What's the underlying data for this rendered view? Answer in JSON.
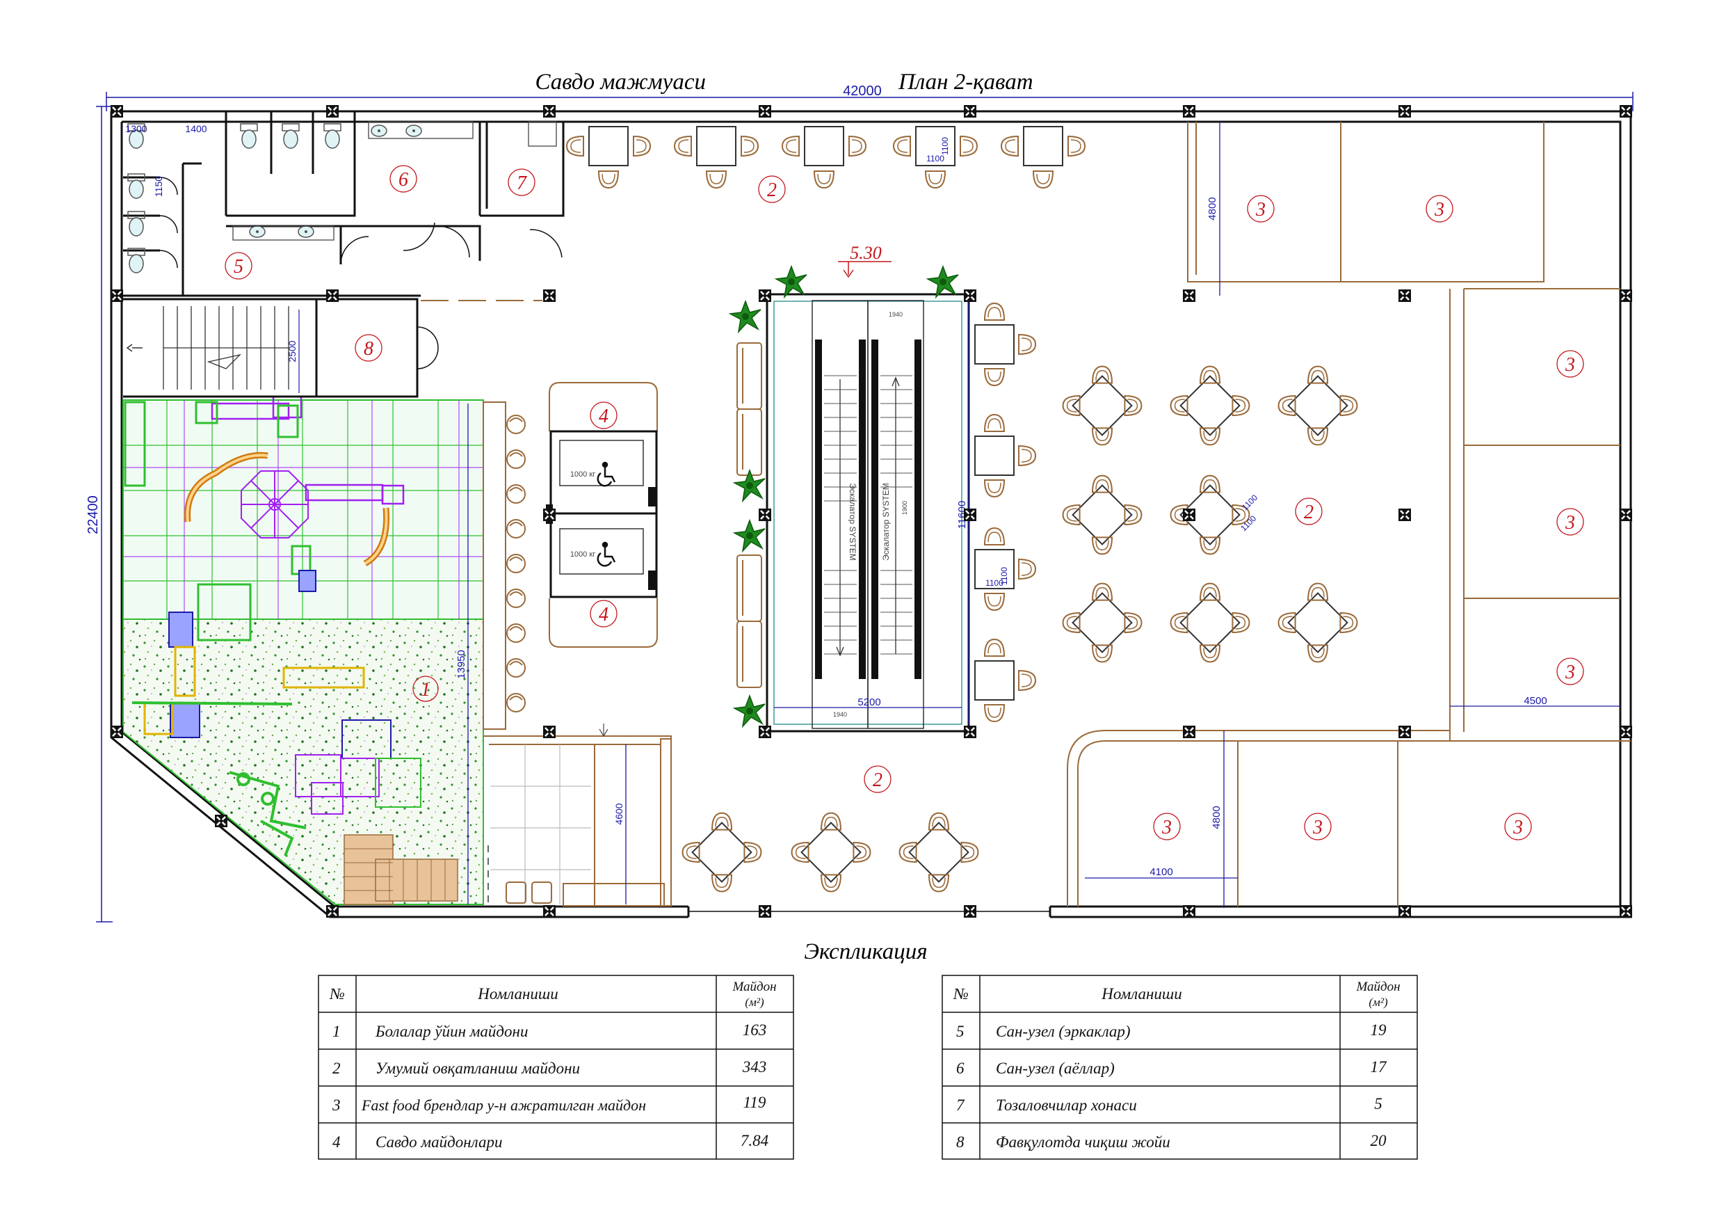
{
  "header": {
    "title_left": "Савдо мажмуаси",
    "title_right": "План 2-қават"
  },
  "dimensions": {
    "overall_width": "42000",
    "overall_height": "22400",
    "d1300": "1300",
    "d1400": "1400",
    "d1150": "1150",
    "d2500": "2500",
    "d4800_top": "4800",
    "d4800_bottom": "4800",
    "d11600": "11600",
    "d5200": "5200",
    "d13950": "13950",
    "d4600": "4600",
    "d4500": "4500",
    "d4100": "4100",
    "d1100_a": "1100",
    "d1100_b": "1100",
    "d1100_c": "1100",
    "d1100_d": "1100",
    "d1100_e": "1100",
    "d1100_f": "1100",
    "d1940_a": "1940",
    "d1940_b": "1940",
    "d1900": "1900"
  },
  "level_mark": "5.30",
  "elevator": {
    "capacity_top": "1000 кг",
    "capacity_bottom": "1000 кг"
  },
  "escalator": {
    "label_left": "Эскалатор SYSTEM",
    "label_right": "Эскалатор SYSTEM"
  },
  "zone_labels": {
    "z1": "1",
    "z2_top": "2",
    "z2_mid": "2",
    "z2_bottom": "2",
    "z3_a": "3",
    "z3_b": "3",
    "z3_c": "3",
    "z3_d": "3",
    "z3_e": "3",
    "z3_f": "3",
    "z3_g": "3",
    "z3_h": "3",
    "z4_top": "4",
    "z4_bottom": "4",
    "z5": "5",
    "z6": "6",
    "z7": "7",
    "z8": "8"
  },
  "explication": {
    "title": "Экспликация",
    "headers": {
      "num": "№",
      "name": "Номланиши",
      "area": "Майдон",
      "unit": "(м²)"
    },
    "left_rows": [
      {
        "num": "1",
        "name": "Болалар ўйин майдони",
        "area": "163"
      },
      {
        "num": "2",
        "name": "Умумий овқатланиш майдони",
        "area": "343"
      },
      {
        "num": "3",
        "name": "Fast food брендлар у-н ажратилган майдон",
        "area": "119"
      },
      {
        "num": "4",
        "name": "Савдо майдонлари",
        "area": "7.84"
      }
    ],
    "right_rows": [
      {
        "num": "5",
        "name": "Сан-узел (эркаклар)",
        "area": "19"
      },
      {
        "num": "6",
        "name": "Сан-узел (аёллар)",
        "area": "17"
      },
      {
        "num": "7",
        "name": "Тозаловчилар хонаси",
        "area": "5"
      },
      {
        "num": "8",
        "name": "Фавқулотда чиқиш жойи",
        "area": "20"
      }
    ]
  },
  "colors": {
    "wall": "#111111",
    "furniture": "#9a6a3a",
    "dimension": "#1a1aa8",
    "zone_number": "#c4161c",
    "plant": "#1f7a1f",
    "playground_grid": "#2fbf2f",
    "playground_purple": "#a020f0",
    "slide_orange": "#d07a10"
  }
}
